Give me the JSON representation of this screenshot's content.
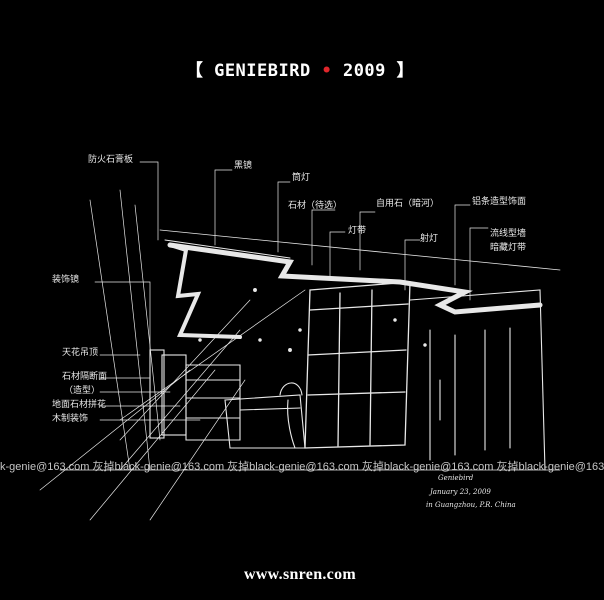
{
  "header": {
    "bracket_open": "【",
    "brand": "GENIEBIRD",
    "separator": "•",
    "year": "2009",
    "bracket_close": "】"
  },
  "annotations": {
    "a1": "防火石膏板",
    "a2": "黑镜",
    "a3": "筒灯",
    "a4": "石材（待选）",
    "a5": "自用石（暗河）",
    "a6": "铝条造型饰面",
    "a7": "流线型墙",
    "a8": "暗藏灯带",
    "a9": "灯带",
    "a10": "射灯",
    "a11": "装饰镜",
    "a12": "天花吊顶",
    "a13": "石材隔断面",
    "a14": "（造型）",
    "a15": "地面石材拼花",
    "a16": "木制装饰",
    "sig_line1": "Geniebird",
    "sig_line2": "January 23, 2009",
    "sig_line3": "in Guangzhou, P.R. China"
  },
  "watermark": {
    "text": "k-genie@163.com 灰掉black-genie@163.com 灰掉black-genie@163.com 灰掉black-genie@163.com 灰掉black-genie@163"
  },
  "footer": {
    "url": "www.snren.com"
  },
  "colors": {
    "background": "#000000",
    "foreground": "#ffffff",
    "accent_dot": "#e0262b"
  }
}
